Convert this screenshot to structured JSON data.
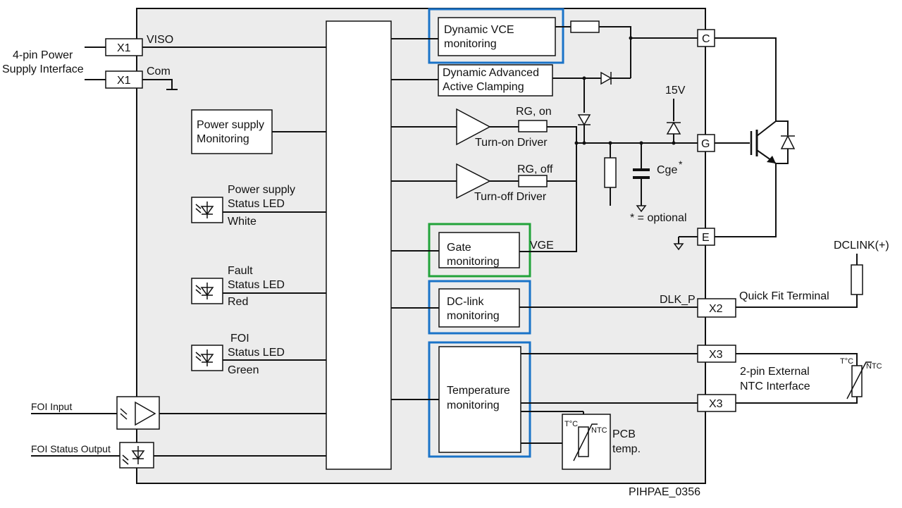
{
  "connectors": {
    "x1": "X1",
    "x2": "X2",
    "x3": "X3",
    "c": "C",
    "g": "G",
    "e": "E"
  },
  "signals": {
    "viso": "VISO",
    "com": "Com",
    "rg_on": "RG, on",
    "rg_off": "RG, off",
    "vge": "VGE",
    "dlk_p": "DLK_P",
    "dclink": "DCLINK(+)",
    "v15": "15V",
    "cge": "Cge",
    "star": "*",
    "optional": "* = optional",
    "tc": "T°C",
    "ntc": "NTC"
  },
  "labels": {
    "power_interface": [
      "4-pin Power",
      "Supply Interface"
    ],
    "quick_fit": "Quick Fit Terminal",
    "ntc_interface": [
      "2-pin External",
      "NTC Interface"
    ],
    "foi_input": "FOI Input",
    "foi_status_output": "FOI Status Output",
    "pcb_temp": [
      "PCB",
      "temp."
    ],
    "turn_on": "Turn-on Driver",
    "turn_off": "Turn-off Driver",
    "figure_id": "PIHPAE_0356"
  },
  "blocks": {
    "dynamic_vce": [
      "Dynamic VCE",
      "monitoring"
    ],
    "clamping": [
      "Dynamic Advanced",
      "Active Clamping"
    ],
    "power_monitoring": [
      "Power supply",
      "Monitoring"
    ],
    "gate_monitoring": [
      "Gate",
      "monitoring"
    ],
    "dclink_monitoring": [
      "DC-link",
      "monitoring"
    ],
    "temperature_monitoring": [
      "Temperature",
      "monitoring"
    ]
  },
  "leds": {
    "power": [
      "Power supply",
      "Status LED",
      "White"
    ],
    "fault": [
      "Fault",
      "Status LED",
      "Red"
    ],
    "foi": [
      "FOI",
      "Status LED",
      "Green"
    ]
  },
  "colors": {
    "panel": "#ececec",
    "highlight_blue": "#1a73c8",
    "highlight_green": "#22a33a"
  }
}
